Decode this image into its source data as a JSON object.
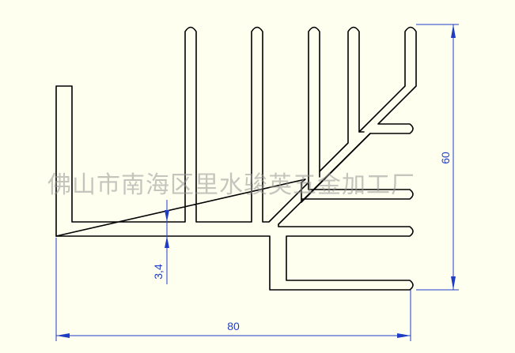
{
  "drawing": {
    "dim_width_label": "80",
    "dim_height_label": "60",
    "dim_thickness_label": "3,4",
    "watermark_text": "佛山市南海区里水骏英五金加工厂"
  },
  "colors": {
    "background": "#fffff0",
    "profile_stroke": "#000000",
    "dimension_stroke": "#1f3cc4"
  }
}
